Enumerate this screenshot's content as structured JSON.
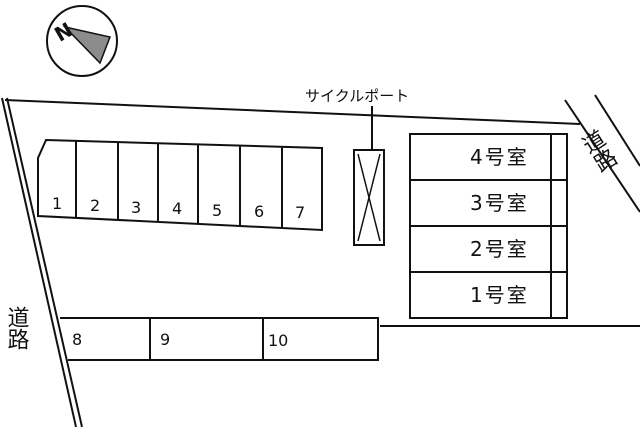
{
  "map": {
    "compass": {
      "north_letter": "N"
    },
    "cycle_port": {
      "label": "サイクルポート"
    },
    "roads": [
      {
        "id": "left",
        "label": "道路"
      },
      {
        "id": "right",
        "label": "道路"
      }
    ],
    "rooms": [
      {
        "label": "4号室"
      },
      {
        "label": "3号室"
      },
      {
        "label": "2号室"
      },
      {
        "label": "1号室"
      }
    ],
    "parking_top": [
      "1",
      "2",
      "3",
      "4",
      "5",
      "6",
      "7"
    ],
    "parking_bottom": [
      "8",
      "9",
      "10"
    ],
    "colors": {
      "line": "#111111",
      "background": "#ffffff",
      "compass_fill": "#8c8c8c"
    }
  }
}
